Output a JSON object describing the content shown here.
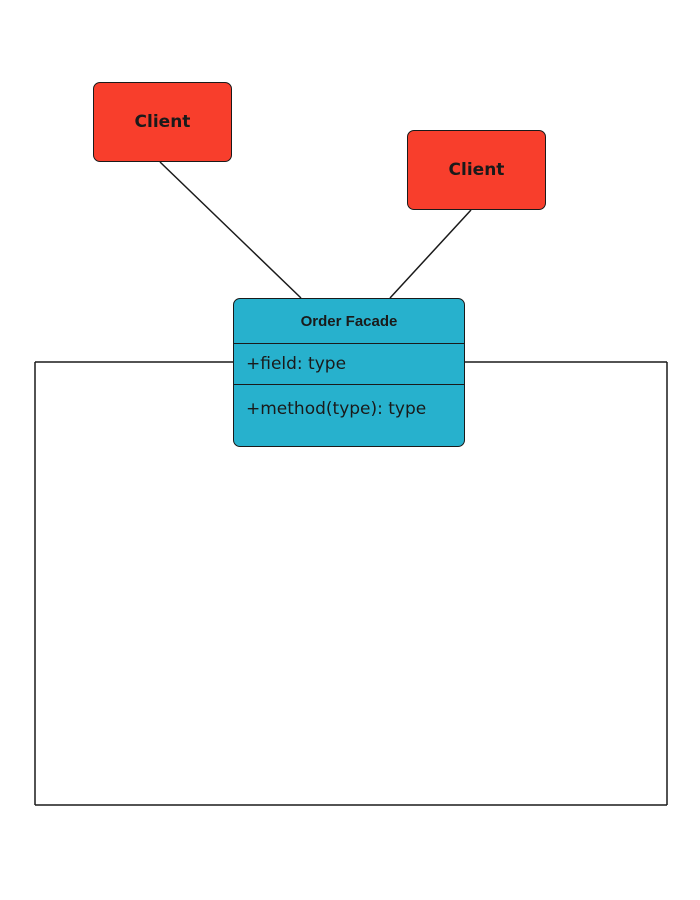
{
  "colors": {
    "client_fill": "#F83E2C",
    "facade_fill": "#27B1CD",
    "stroke": "#1a1a1a"
  },
  "clients": [
    {
      "label": "Client"
    },
    {
      "label": "Client"
    }
  ],
  "facade": {
    "name": "Order Facade",
    "field": "+field: type",
    "method": "+method(type): type"
  }
}
